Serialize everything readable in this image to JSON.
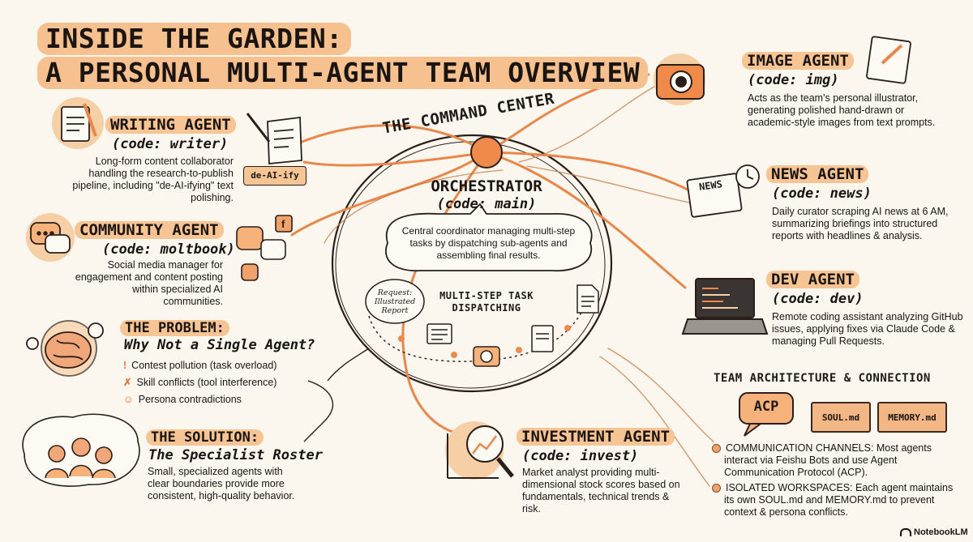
{
  "title": {
    "line1": "INSIDE THE GARDEN:",
    "line2": "A PERSONAL MULTI-AGENT TEAM OVERVIEW"
  },
  "center": {
    "heading": "THE COMMAND CENTER",
    "orchestrator_name": "ORCHESTRATOR",
    "orchestrator_code": "(code: main)",
    "orchestrator_desc": "Central coordinator managing multi-step tasks by dispatching sub-agents and assembling final results.",
    "request_line1": "Request:",
    "request_line2": "Illustrated",
    "request_line3": "Report",
    "dispatch_line1": "MULTI-STEP TASK",
    "dispatch_line2": "DISPATCHING"
  },
  "agents": {
    "writing": {
      "name": "WRITING AGENT",
      "code": "(code: writer)",
      "desc": "Long-form content collaborator handling the research-to-publish pipeline, including \"de-AI-ifying\" text polishing.",
      "badge": "de-AI-ify"
    },
    "community": {
      "name": "COMMUNITY AGENT",
      "code": "(code: moltbook)",
      "desc": "Social media manager for engagement and content posting within specialized AI communities."
    },
    "image": {
      "name": "IMAGE AGENT",
      "code": "(code: img)",
      "desc": "Acts as the team's personal illustrator, generating polished hand-drawn or academic-style images from text prompts."
    },
    "news": {
      "name": "NEWS AGENT",
      "code": "(code: news)",
      "desc": "Daily curator scraping AI news at 6 AM, summarizing briefings into structured reports with headlines & analysis.",
      "icon_label": "NEWS"
    },
    "dev": {
      "name": "DEV AGENT",
      "code": "(code: dev)",
      "desc": "Remote coding assistant analyzing GitHub issues, applying fixes via Claude Code & managing Pull Requests."
    },
    "invest": {
      "name": "INVESTMENT AGENT",
      "code": "(code: invest)",
      "desc": "Market analyst providing multi-dimensional stock scores based on fundamentals, technical trends & risk."
    }
  },
  "problem": {
    "heading": "THE PROBLEM:",
    "subheading": "Why Not a Single Agent?",
    "items": [
      "Contest pollution (task overload)",
      "Skill conflicts (tool interference)",
      "Persona contradictions"
    ]
  },
  "solution": {
    "heading": "THE SOLUTION:",
    "subheading": "The Specialist Roster",
    "desc": "Small, specialized agents with clear boundaries provide more consistent, high-quality behavior."
  },
  "architecture": {
    "heading": "TEAM ARCHITECTURE & CONNECTION",
    "acp": "ACP",
    "file1": "SOUL.md",
    "file2": "MEMORY.md",
    "bullets": [
      "COMMUNICATION CHANNELS: Most agents interact via Feishu Bots and use Agent Communication Protocol (ACP).",
      "ISOLATED WORKSPACES: Each agent maintains its own SOUL.md and MEMORY.md to prevent context & persona conflicts."
    ]
  },
  "footer": {
    "brand": "NotebookLM"
  },
  "colors": {
    "accent": "#f08a4b",
    "highlight": "#f7c493",
    "ink": "#1b1512",
    "paper": "#fbf6ee"
  }
}
